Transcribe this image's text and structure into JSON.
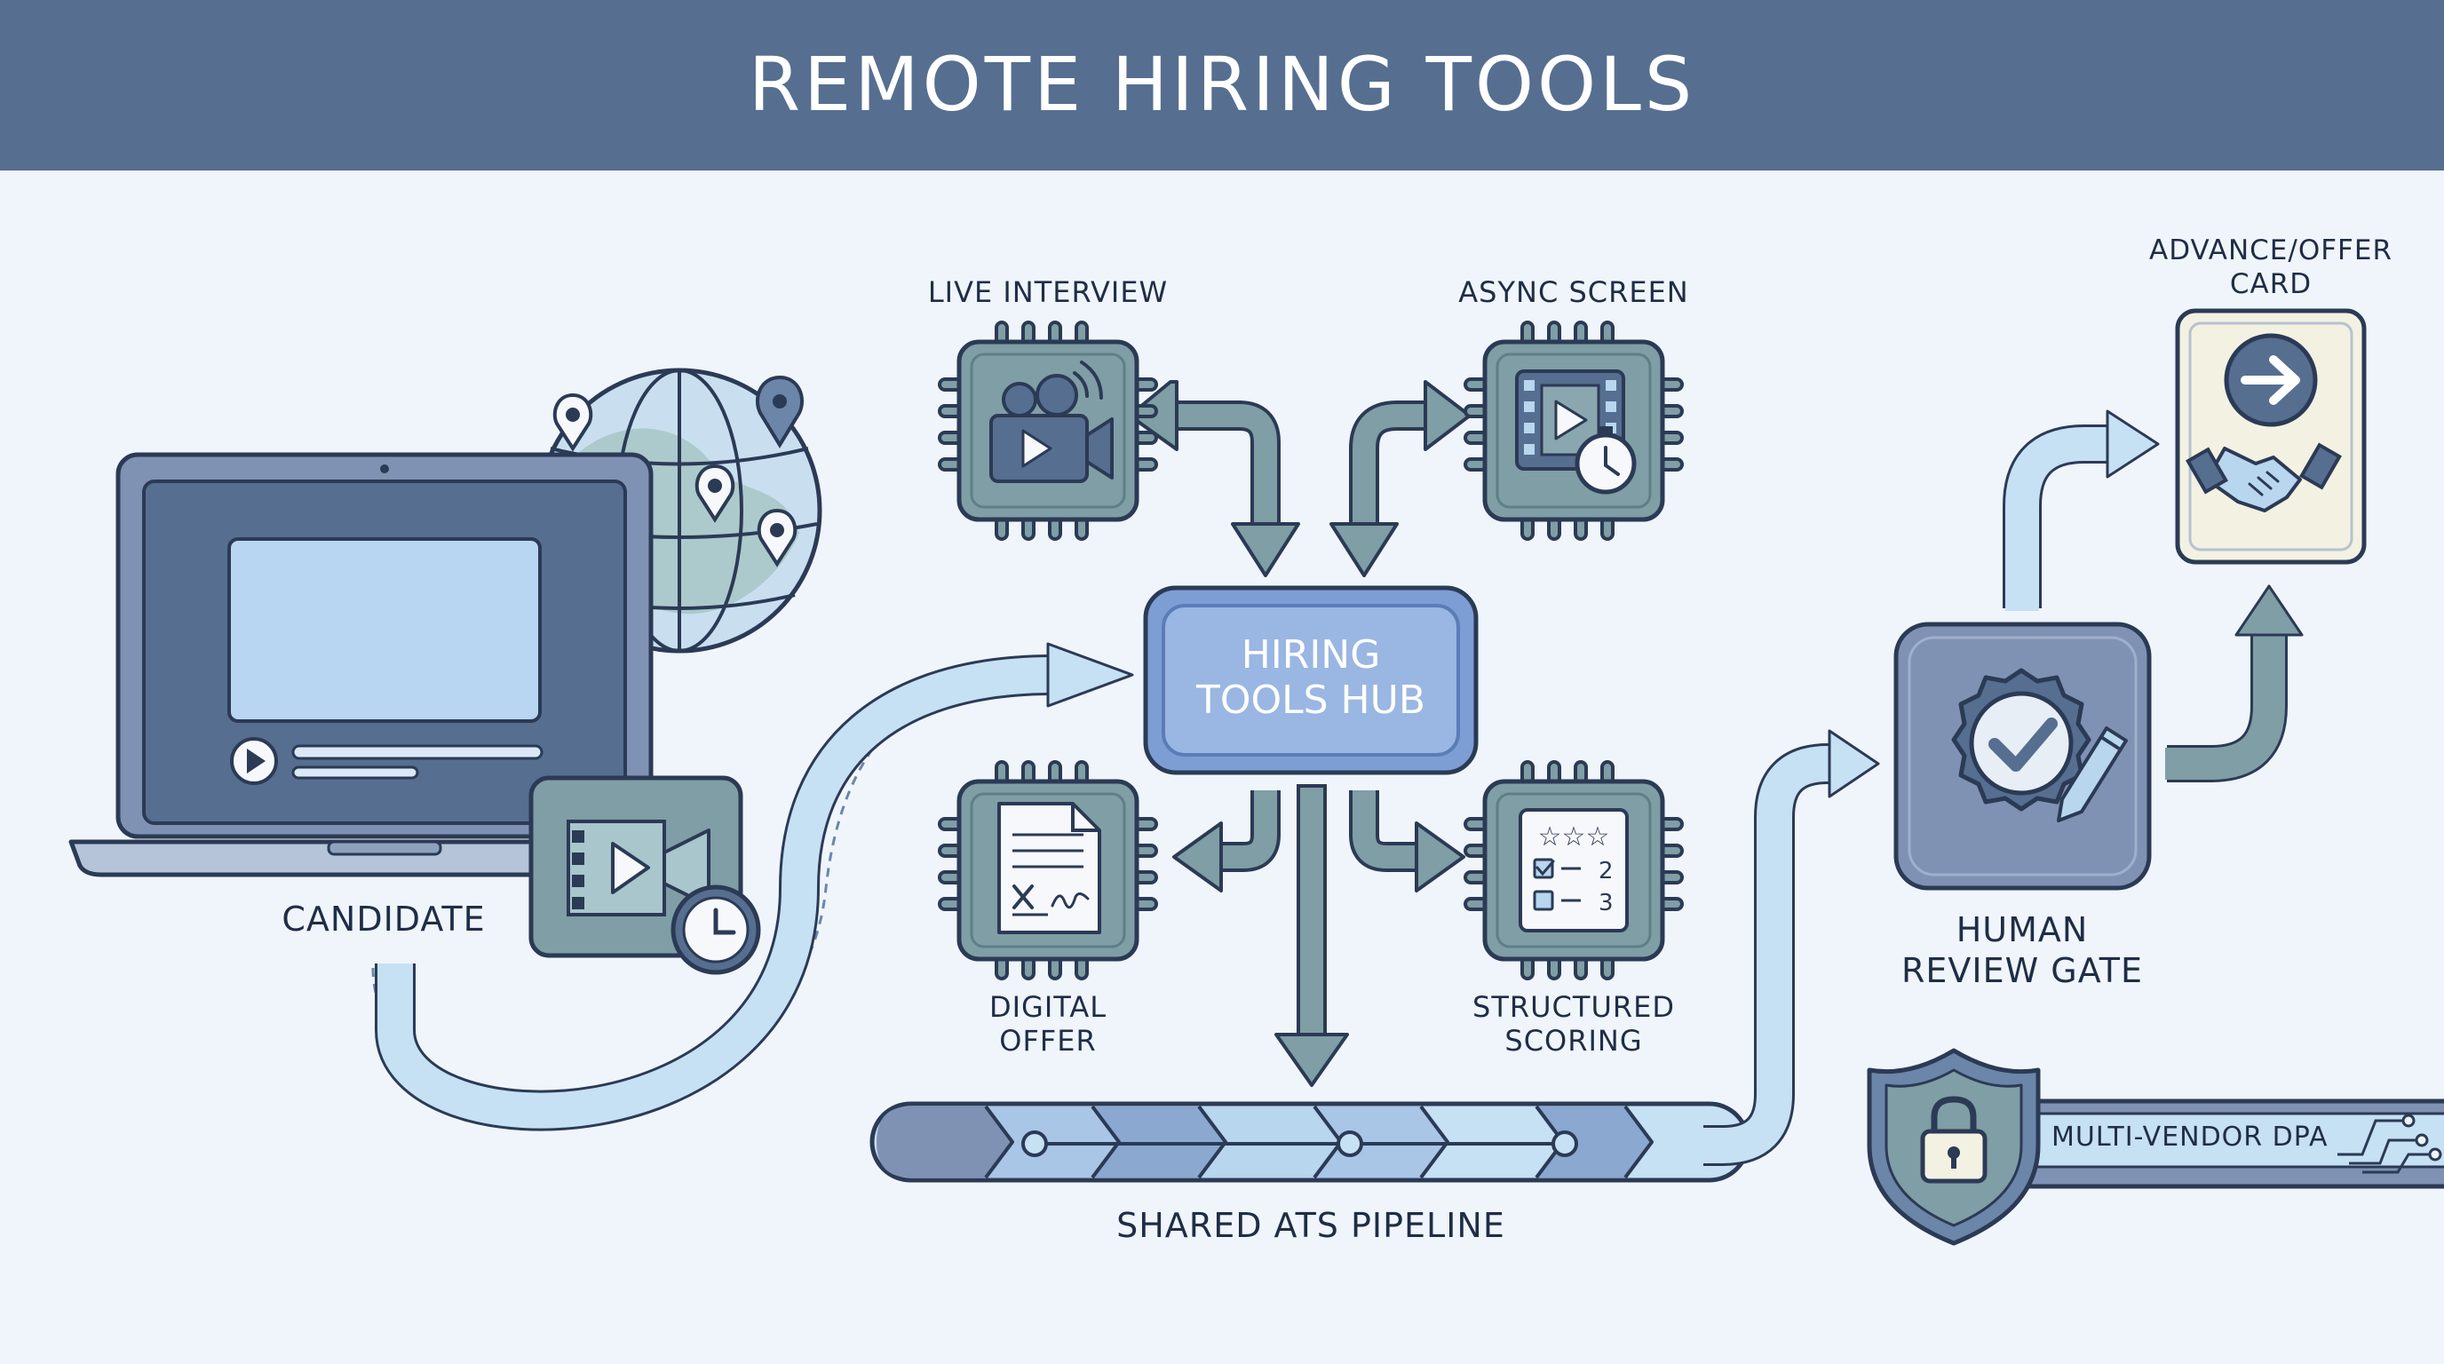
{
  "title": "REMOTE HIRING TOOLS",
  "candidate": {
    "label": "CANDIDATE"
  },
  "hub": {
    "line1": "HIRING",
    "line2": "TOOLS HUB"
  },
  "tools": {
    "live_interview": "LIVE INTERVIEW",
    "async_screen": "ASYNC SCREEN",
    "digital_offer": [
      "DIGITAL",
      "OFFER"
    ],
    "structured_scoring": [
      "STRUCTURED",
      "SCORING"
    ]
  },
  "pipeline": {
    "label": "SHARED ATS PIPELINE"
  },
  "review_gate": {
    "line1": "HUMAN",
    "line2": "REVIEW GATE"
  },
  "offer_card": {
    "line1": "ADVANCE/OFFER",
    "line2": "CARD"
  },
  "dpa": {
    "label": "MULTI-VENDOR DPA"
  },
  "scoring_card": {
    "row1": "2",
    "row2": "3"
  },
  "colors": {
    "banner": "#566e90",
    "background": "#f0f5fb",
    "outline": "#2b3a55",
    "slate": "#6b86a8",
    "teal": "#7f9ea5",
    "light_blue": "#b8d6ee",
    "hub_blue": "#7d9ed4"
  }
}
